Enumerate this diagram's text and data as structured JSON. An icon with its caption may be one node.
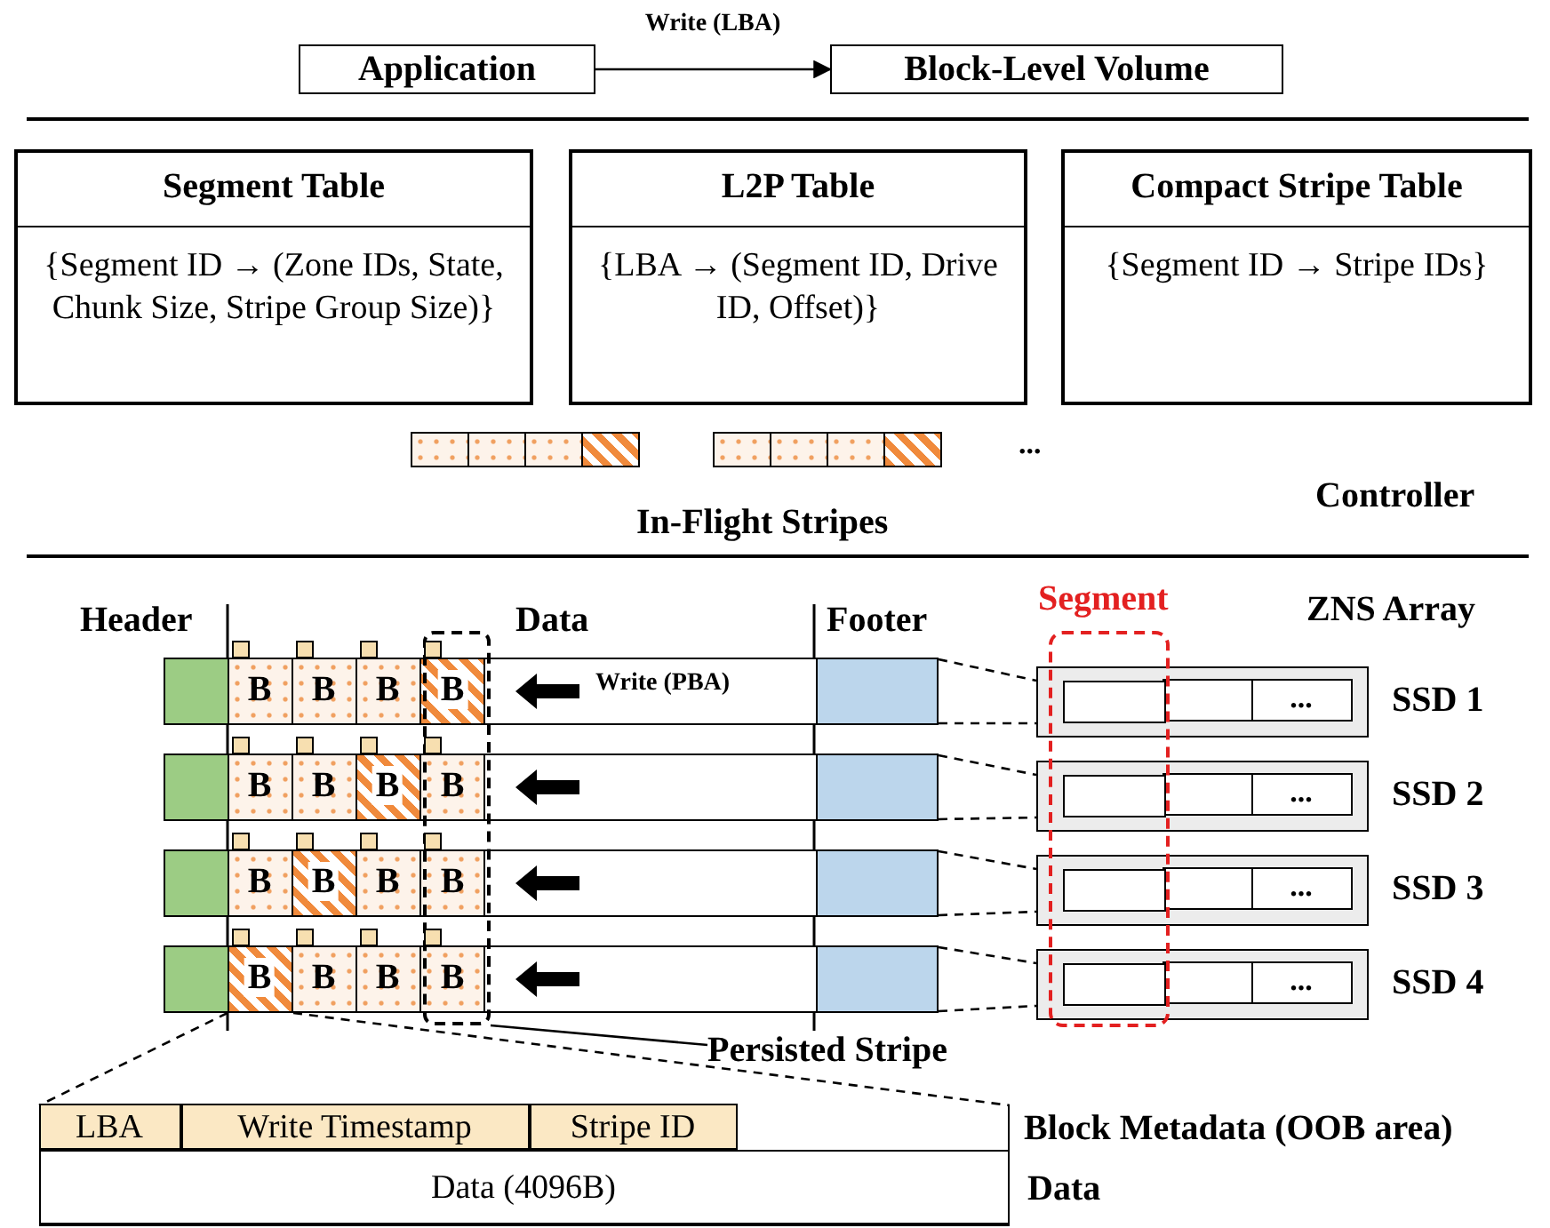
{
  "diagram": {
    "nodes": [
      {
        "text": [
          "Application"
        ]
      },
      {
        "text": [
          "Block-Level Volume"
        ]
      },
      {
        "text": [
          "Segment Table",
          "{Segment ID → (Zone IDs, State, Chunk Size, Stripe Group Size)}"
        ]
      },
      {
        "text": [
          "L2P Table",
          "{LBA → (Segment ID, Drive ID, Offset)}"
        ]
      },
      {
        "text": [
          "Compact Stripe Table",
          "{Segment ID → Stripe IDs}"
        ]
      },
      {
        "text": [],
        "shape": "box"
      },
      {
        "text": [],
        "shape": "box"
      },
      {
        "text": [],
        "shape": "box"
      },
      {
        "text": [],
        "shape": "box"
      },
      {
        "text": [
          "B"
        ],
        "in": 5
      },
      {
        "text": [
          "B"
        ],
        "in": 5
      },
      {
        "text": [
          "B"
        ],
        "in": 5
      },
      {
        "text": [
          "B"
        ]
      },
      {
        "text": [
          "B"
        ],
        "in": 6
      },
      {
        "text": [
          "B"
        ],
        "in": 6
      },
      {
        "text": [
          "B"
        ],
        "in": 6
      },
      {
        "text": [
          "B"
        ]
      },
      {
        "text": [
          "B"
        ],
        "in": 7
      },
      {
        "text": [
          "B"
        ],
        "in": 7
      },
      {
        "text": [
          "B"
        ],
        "in": 7
      },
      {
        "text": [
          "B"
        ]
      },
      {
        "text": [
          "B"
        ],
        "in": 8
      },
      {
        "text": [
          "B"
        ],
        "in": 8
      },
      {
        "text": [
          "B"
        ],
        "in": 8
      },
      {
        "text": [
          "B"
        ]
      },
      {
        "text": [],
        "shape": "box"
      },
      {
        "text": [
          "Persisted Stripe"
        ]
      },
      {
        "text": [
          "Segment"
        ]
      },
      {
        "text": [
          "SSD 1"
        ]
      },
      {
        "text": [],
        "shape": "box"
      },
      {
        "text": [],
        "shape": "box",
        "in": 28
      },
      {
        "text": [
          "..."
        ],
        "in": 28
      },
      {
        "text": [
          "SSD 2"
        ]
      },
      {
        "text": [],
        "shape": "box"
      },
      {
        "text": [],
        "shape": "box",
        "in": 32
      },
      {
        "text": [
          "..."
        ],
        "in": 32
      },
      {
        "text": [
          "SSD 3"
        ]
      },
      {
        "text": [],
        "shape": "box"
      },
      {
        "text": [],
        "shape": "box",
        "in": 36
      },
      {
        "text": [
          "..."
        ],
        "in": 36
      },
      {
        "text": [
          "SSD 4"
        ]
      },
      {
        "text": [],
        "shape": "box"
      },
      {
        "text": [],
        "shape": "box",
        "in": 40
      },
      {
        "text": [
          "..."
        ],
        "in": 40
      },
      {
        "text": [],
        "shape": "box"
      },
      {
        "text": [
          "LBA"
        ],
        "in": 44
      },
      {
        "text": [
          "Write Timestamp"
        ],
        "in": 44
      },
      {
        "text": [
          "Stripe ID"
        ],
        "in": 44
      },
      {
        "text": [
          "Data (4096B)"
        ],
        "in": 44,
        "beside": [
          "Data"
        ]
      }
    ],
    "edges": [
      {
        "from": 0,
        "to": 1,
        "arrow": "to",
        "label": "Write (LBA)"
      },
      {
        "from": 5,
        "to": 28,
        "arrow": "none",
        "style": "dashed"
      },
      {
        "from": 6,
        "to": 32,
        "arrow": "none",
        "style": "dashed"
      },
      {
        "from": 7,
        "to": 36,
        "arrow": "none",
        "style": "dashed"
      },
      {
        "from": 8,
        "to": 40,
        "arrow": "none",
        "style": "dashed"
      },
      {
        "from": 21,
        "to": 44,
        "arrow": "none",
        "style": "dashed"
      },
      {
        "from": 21,
        "to": 44,
        "arrow": "none",
        "style": "dashed"
      },
      {
        "from": 26,
        "to": 25,
        "arrow": "none"
      }
    ],
    "labels": [
      "In-Flight Stripes",
      "...",
      "Controller",
      "Header",
      "Data",
      "Footer",
      "ZNS Array",
      "Write (PBA)",
      "Block Metadata (OOB area)"
    ]
  }
}
